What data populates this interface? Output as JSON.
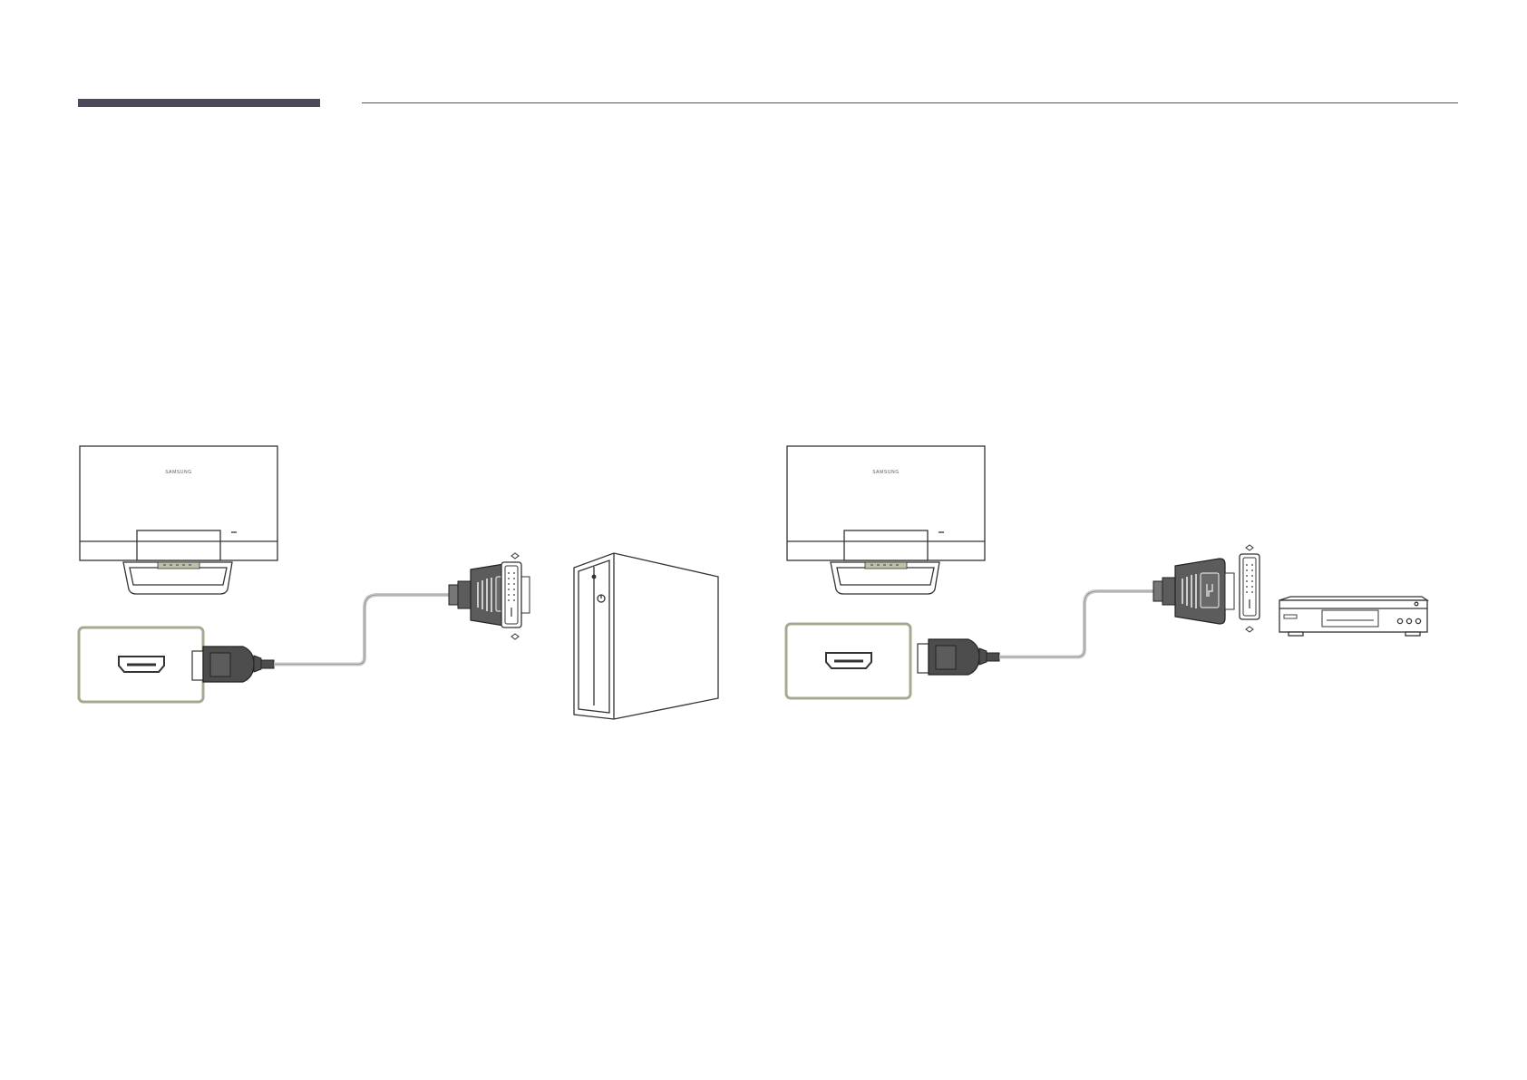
{
  "colors": {
    "header_bar": "#4a4a5a",
    "header_rule": "#555555",
    "line": "#333333",
    "cable_body": "#4d4d4d",
    "cable_wire": "#c8c8c8",
    "port_highlight": "#a8a890",
    "port_fill": "#bfc0a8"
  },
  "diagrams": [
    {
      "monitor": {
        "brand_text": "SAMSUNG",
        "icon": "monitor-back-icon"
      },
      "cable": "hdmi-to-dvi",
      "device": {
        "icon": "pc-tower-icon"
      }
    },
    {
      "monitor": {
        "brand_text": "SAMSUNG",
        "icon": "monitor-back-icon"
      },
      "cable": "hdmi-to-dvi",
      "device": {
        "icon": "av-player-icon"
      }
    }
  ]
}
